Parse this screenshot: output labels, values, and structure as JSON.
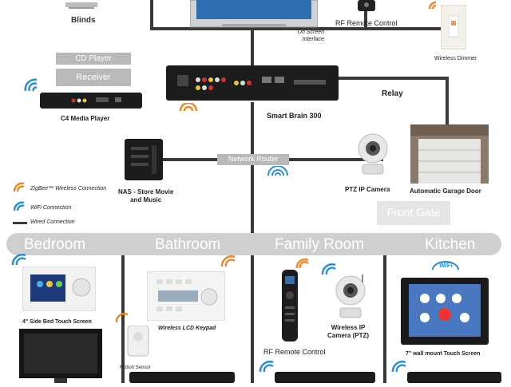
{
  "devices": {
    "blinds": "Blinds",
    "on_screen": "On Screen\nInterface",
    "rf_remote_top": "RF Remote Control",
    "wireless_dimmer": "Wireless Dimmer",
    "cd_player": "CD Player",
    "receiver": "Receiver",
    "c4_media_player": "C4 Media Player",
    "smart_brain": "Smart Brain 300",
    "relay": "Relay",
    "network_router": "Network Router",
    "nas": "NAS - Store Movie\nand Music",
    "ptz_camera": "PTZ IP Camera",
    "garage_door": "Automatic Garage Door",
    "front_gate": "Front Gate"
  },
  "legend": {
    "zigbee": "ZigBee™ Wireless Connection",
    "wifi": "WiFi Connection",
    "wired": "Wired Connection"
  },
  "rooms": {
    "bedroom": "Bedroom",
    "bathroom": "Bathroom",
    "family_room": "Family Room",
    "kitchen": "Kitchen"
  },
  "room_devices": {
    "bedside_touch": "4\" Side Bed Touch Screen",
    "lcd_keypad": "Wireless LCD Keypad",
    "motion_sensor": "Motion Sensor",
    "rf_remote_family": "RF Remote Control",
    "wireless_ip_camera": "Wireless IP\nCamera (PTZ)",
    "wall_touch": "7\" wall mount Touch Screen",
    "wifi_badge": "WiFi"
  },
  "colors": {
    "room_bar": "#cfcfcf",
    "wire": "#3a3a3a",
    "zigbee": "#e8892a",
    "wifi": "#2a8fd0"
  }
}
